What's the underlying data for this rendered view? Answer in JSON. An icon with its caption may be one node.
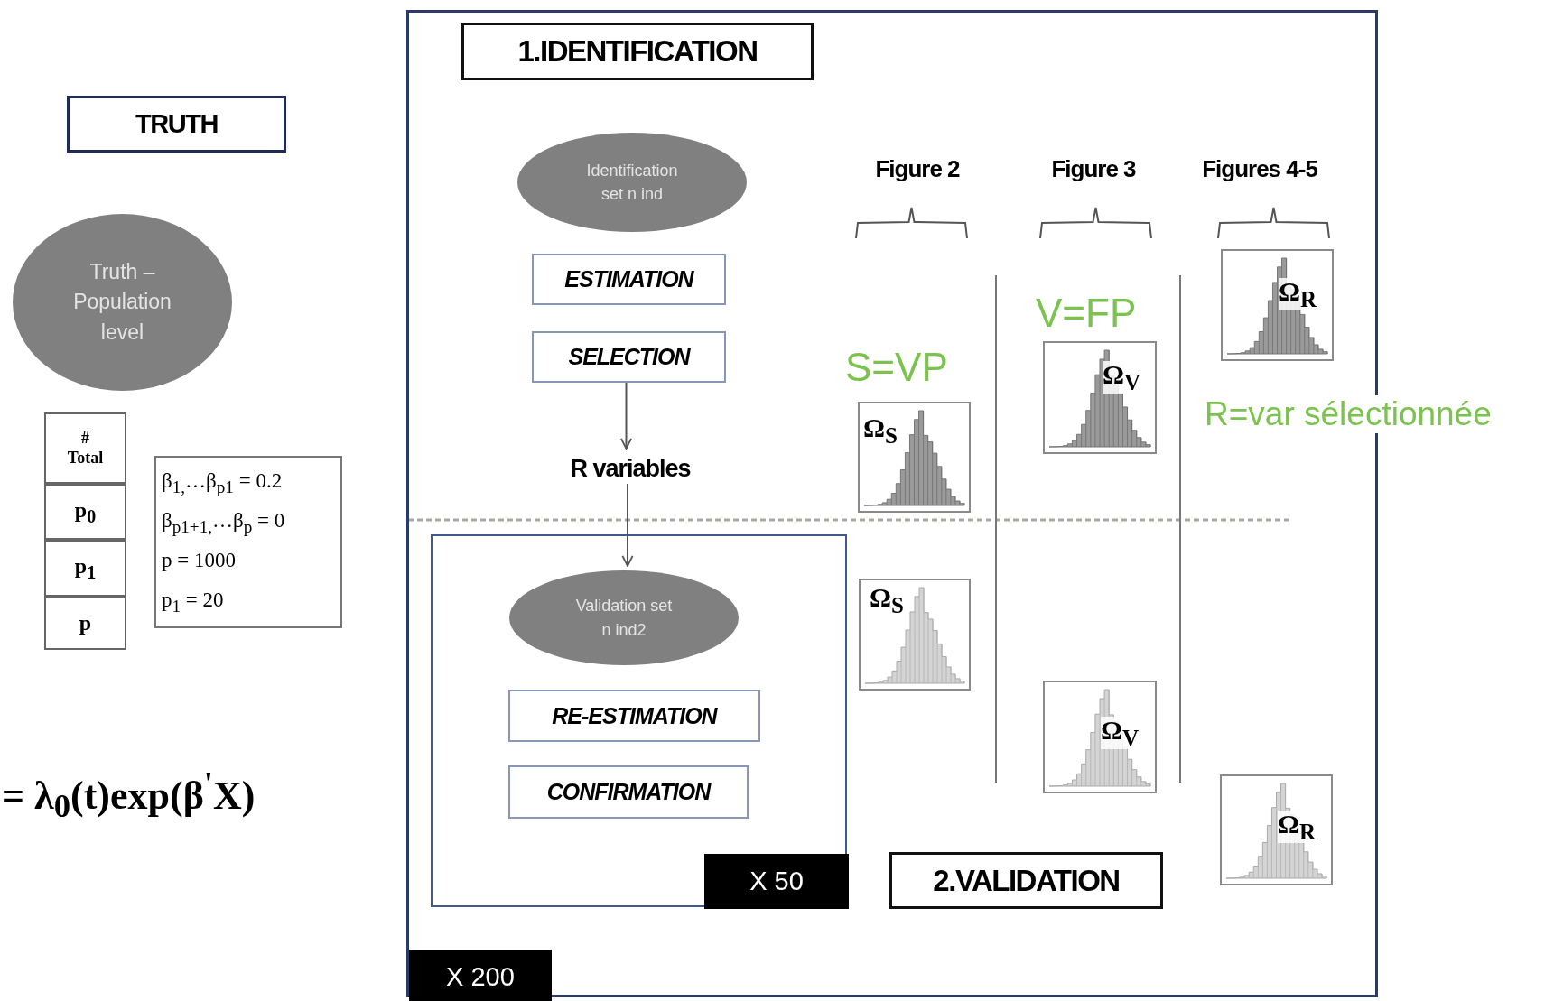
{
  "diagram": {
    "nodes": [
      {
        "text": [
          "TRUTH"
        ]
      },
      {
        "text": [
          "Truth – Population level"
        ]
      },
      {
        "text": [
          "β$_{1,}$…β$_{p1}$ = 0.2",
          "β$_{p1+1,}$…β$_{p}$ = 0",
          "p = 1000",
          "p$_{1}$ = 20"
        ]
      },
      {
        "text": [],
        "shape": "box"
      },
      {
        "text": [
          "1.IDENTIFICATION"
        ],
        "in": 3
      },
      {
        "text": [
          "Identification set n ind"
        ],
        "in": 3
      },
      {
        "text": [
          "ESTIMATION"
        ],
        "in": 3
      },
      {
        "text": [
          "SELECTION"
        ],
        "in": 3
      },
      {
        "text": [
          "R variables"
        ],
        "in": 3
      },
      {
        "text": [
          "Ω$_{S}$"
        ],
        "in": 3
      },
      {
        "text": [
          "Ω$_{V}$"
        ],
        "in": 3
      },
      {
        "text": [
          "Ω$_{R}$"
        ],
        "in": 3
      },
      {
        "text": [],
        "shape": "box",
        "in": 3
      },
      {
        "text": [
          "Validation set n ind2"
        ],
        "in": 12
      },
      {
        "text": [
          "RE-ESTIMATION"
        ],
        "in": 12
      },
      {
        "text": [
          "CONFIRMATION"
        ],
        "in": 12
      },
      {
        "text": [
          "X 50"
        ],
        "in": 12
      },
      {
        "text": [
          "Ω$_{S}$"
        ],
        "in": 3
      },
      {
        "text": [
          "Ω$_{V}$"
        ],
        "in": 3
      },
      {
        "text": [
          "2.VALIDATION"
        ],
        "in": 3
      },
      {
        "text": [
          "Ω$_{R}$"
        ],
        "in": 3
      },
      {
        "text": [
          "X 200"
        ],
        "in": 3
      }
    ],
    "edges": [
      {
        "from": 7,
        "to": 8,
        "arrow": "to"
      },
      {
        "from": 8,
        "to": 13,
        "arrow": "to"
      }
    ],
    "labels": [
      "Figure 2",
      "Figure 3",
      "Figures 4-5",
      "S=VP",
      "V=FP",
      "R=var sélectionnée",
      "# Total",
      "p$_{0}$",
      "p$_{1}$",
      "p",
      "= λ$_{0}$(t)exp(β$^{'}$X)"
    ]
  }
}
